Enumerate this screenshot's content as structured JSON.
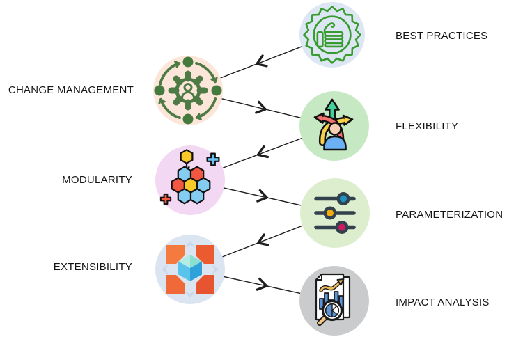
{
  "diagram": {
    "background": "#ffffff",
    "connector_color": "#1e1e1e",
    "nodes": [
      {
        "id": "best-practices",
        "label": "BEST PRACTICES",
        "side": "right",
        "circle_color": "#dde7f3",
        "icon": "thumbs-up-badge-icon",
        "icon_colors": {
          "badge_green": "#379b2e"
        }
      },
      {
        "id": "change-management",
        "label": "CHANGE MANAGEMENT",
        "side": "left",
        "circle_color": "#fbe6d9",
        "icon": "gear-cycle-icon",
        "icon_colors": {
          "gear_green": "#4e7a45",
          "dot_green": "#447a3e"
        }
      },
      {
        "id": "flexibility",
        "label": "FLEXIBILITY",
        "side": "right",
        "circle_color": "#c6e9c3",
        "icon": "person-direction-arrows-icon",
        "icon_colors": {
          "up_arrow": "#45cf9a",
          "right_arrow": "#f7cf4e",
          "left_arrow": "#f3716e",
          "body": "#6cb1f5",
          "head": "#f6cfb5"
        }
      },
      {
        "id": "modularity",
        "label": "MODULARITY",
        "side": "left",
        "circle_color": "#f3d8f4",
        "icon": "hexagon-modules-icon",
        "icon_colors": {
          "yellow": "#f9c92a",
          "blue": "#85ccf2",
          "red": "#f25742"
        }
      },
      {
        "id": "parameterization",
        "label": "PARAMETERIZATION",
        "side": "right",
        "circle_color": "#ddeece",
        "icon": "sliders-icon",
        "icon_colors": {
          "track": "#31424c",
          "knob_top": "#1f90c2",
          "knob_middle": "#f3ae0b",
          "knob_bottom": "#cd1a5e"
        }
      },
      {
        "id": "extensibility",
        "label": "EXTENSIBILITY",
        "side": "left",
        "circle_color": "#dbe5f2",
        "icon": "expand-cube-icon",
        "icon_colors": {
          "arrows_orange": "#ee5f33",
          "cube_top": "#8ce0d2",
          "cube_left": "#59c3ec",
          "cube_right": "#2ea2d8"
        }
      },
      {
        "id": "impact-analysis",
        "label": "IMPACT ANALYSIS",
        "side": "right",
        "circle_color": "#cacbcc",
        "icon": "report-magnifier-icon",
        "icon_colors": {
          "bars": "#5d93d8",
          "arrow_gold": "#ecba58"
        }
      }
    ],
    "edges": [
      {
        "from": "best-practices",
        "to": "change-management"
      },
      {
        "from": "change-management",
        "to": "flexibility"
      },
      {
        "from": "flexibility",
        "to": "modularity"
      },
      {
        "from": "modularity",
        "to": "parameterization"
      },
      {
        "from": "parameterization",
        "to": "extensibility"
      },
      {
        "from": "extensibility",
        "to": "impact-analysis"
      }
    ]
  }
}
